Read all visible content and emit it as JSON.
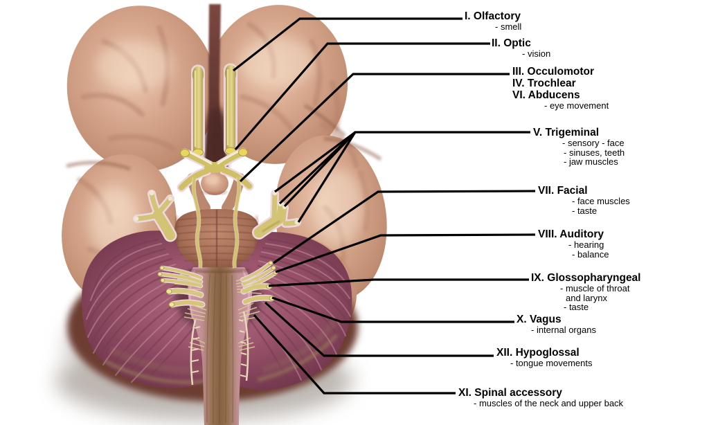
{
  "labels": [
    {
      "id": "I",
      "titles": [
        "I. Olfactory"
      ],
      "subs": [
        "- smell"
      ]
    },
    {
      "id": "II",
      "titles": [
        "II. Optic"
      ],
      "subs": [
        "- vision"
      ]
    },
    {
      "id": "III-IV-VI",
      "titles": [
        "III. Occulomotor",
        "IV. Trochlear",
        "VI. Abducens"
      ],
      "subs": [
        "- eye movement"
      ]
    },
    {
      "id": "V",
      "titles": [
        "V. Trigeminal"
      ],
      "subs": [
        "- sensory - face",
        "- sinuses, teeth",
        "- jaw muscles"
      ]
    },
    {
      "id": "VII",
      "titles": [
        "VII. Facial"
      ],
      "subs": [
        "- face muscles",
        "- taste"
      ]
    },
    {
      "id": "VIII",
      "titles": [
        "VIII. Auditory"
      ],
      "subs": [
        "- hearing",
        "- balance"
      ]
    },
    {
      "id": "IX",
      "titles": [
        "IX. Glossopharyngeal"
      ],
      "subs": [
        "- muscle of throat",
        "and larynx",
        "- taste"
      ]
    },
    {
      "id": "X",
      "titles": [
        "X. Vagus"
      ],
      "subs": [
        "- internal organs"
      ]
    },
    {
      "id": "XII",
      "titles": [
        "XII. Hypoglossal"
      ],
      "subs": [
        "- tongue movements"
      ]
    },
    {
      "id": "XI",
      "titles": [
        "XI. Spinal accessory"
      ],
      "subs": [
        "- muscles of the neck and upper back"
      ]
    }
  ],
  "colors": {
    "background": "#ffffff",
    "leader_line": "#000000",
    "text": "#000000",
    "cerebrum": "#d2a189",
    "cerebellum": "#9a546c",
    "pons": "#a87058",
    "nerve_yellow": "#d3c26c",
    "nerve_sheath_pink": "#eed8e0",
    "medulla": "#c98fa2"
  }
}
